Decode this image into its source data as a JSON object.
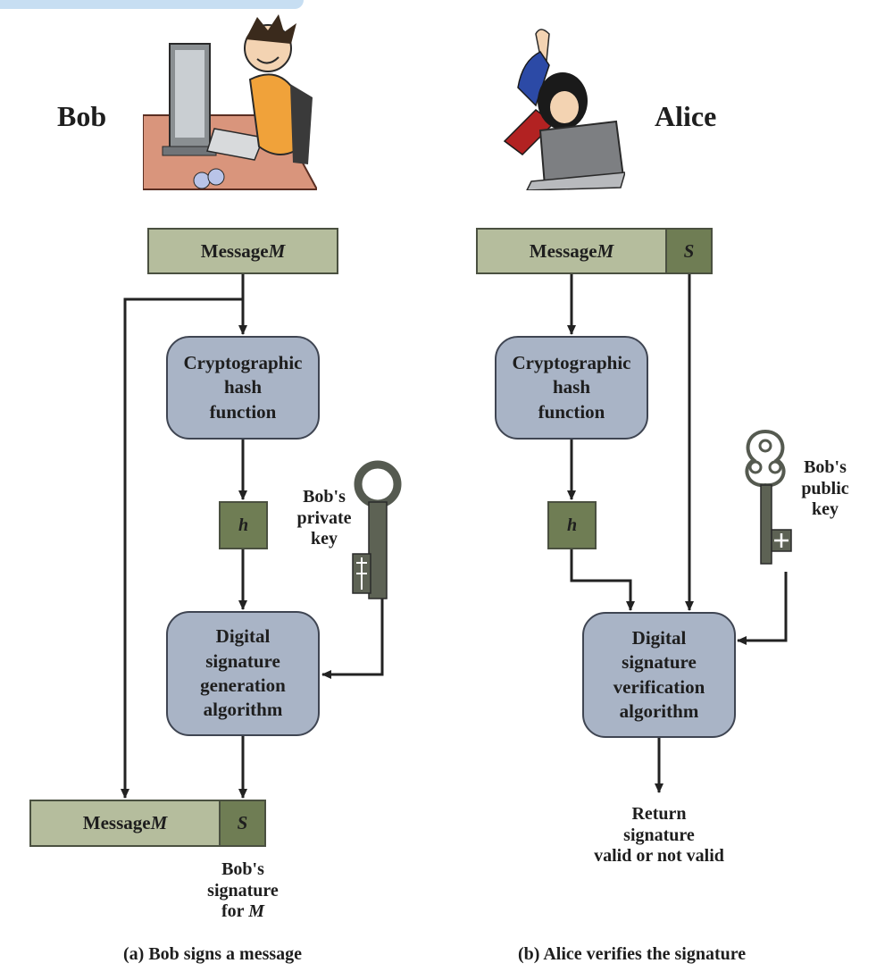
{
  "people": {
    "left": "Bob",
    "right": "Alice"
  },
  "left_panel": {
    "message_box": {
      "prefix": "Message ",
      "var": "M"
    },
    "hash_function": "Cryptographic\nhash\nfunction",
    "hash_value": "h",
    "key_label": "Bob's\nprivate\nkey",
    "algorithm": "Digital\nsignature\ngeneration\nalgorithm",
    "output_message": {
      "prefix": "Message ",
      "var": "M"
    },
    "output_signature": "S",
    "signature_label_lines": [
      "Bob's",
      "signature"
    ],
    "signature_label_for": "for ",
    "signature_label_var": "M",
    "caption": "(a) Bob signs a message"
  },
  "right_panel": {
    "message_box": {
      "prefix": "Message ",
      "var": "M"
    },
    "signature": "S",
    "hash_function": "Cryptographic\nhash\nfunction",
    "hash_value": "h",
    "key_label": "Bob's\npublic\nkey",
    "algorithm": "Digital\nsignature\nverification\nalgorithm",
    "result": "Return\nsignature\nvalid or not valid",
    "caption": "(b) Alice verifies the signature"
  },
  "colors": {
    "message_fill": "#b5bd9d",
    "signature_fill": "#6f7d54",
    "process_fill": "#a9b4c6",
    "line": "#222222"
  },
  "icons": [
    "bob-at-computer-illustration",
    "alice-with-laptop-illustration",
    "private-key-icon",
    "public-key-icon"
  ]
}
